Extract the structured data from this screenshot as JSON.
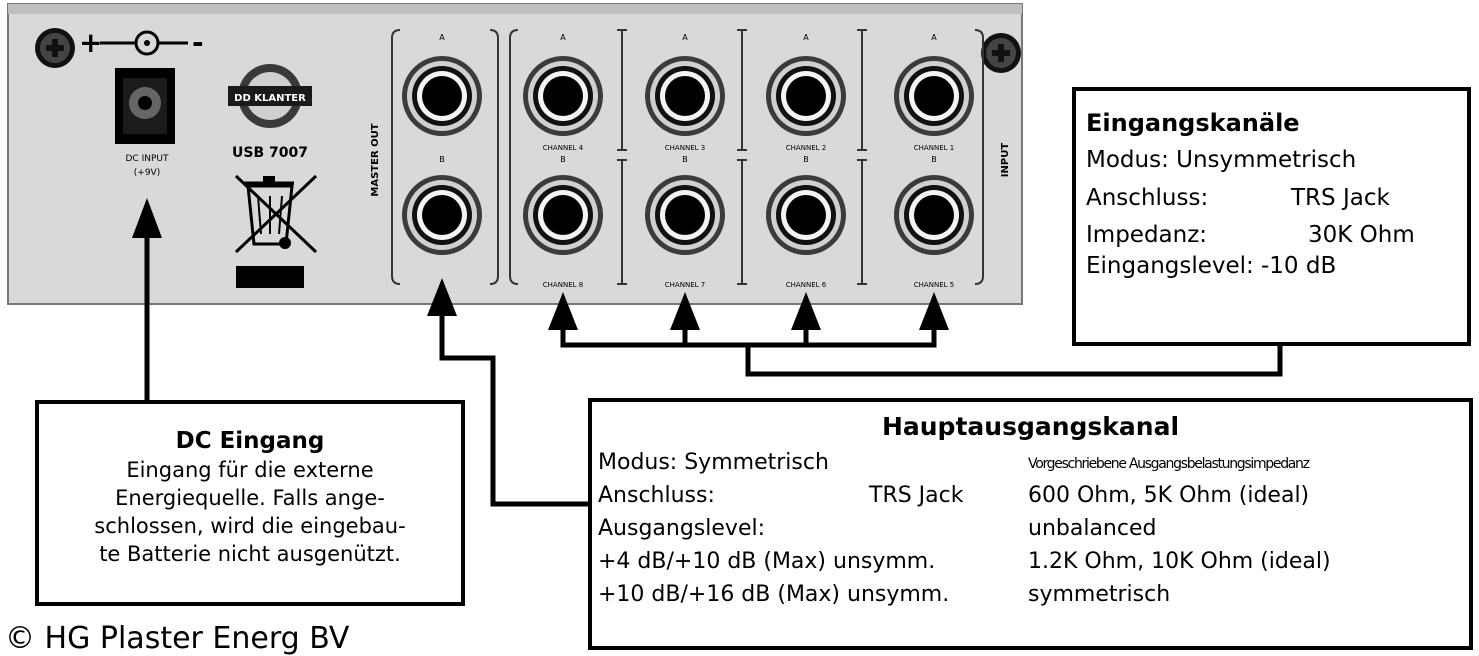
{
  "panel": {
    "dc_input_label_line1": "DC INPUT",
    "dc_input_label_line2": "(+9V)",
    "polarity_plus": "+",
    "polarity_minus": "-",
    "model": "USB 7007",
    "logo_text": "DD KLANTER",
    "master_out": "MASTER OUT",
    "input": "INPUT",
    "jack_row_a": "A",
    "jack_row_b": "B",
    "channels_top": [
      "CHANNEL 4",
      "CHANNEL 3",
      "CHANNEL 2",
      "CHANNEL 1"
    ],
    "channels_bottom": [
      "CHANNEL 8",
      "CHANNEL 7",
      "CHANNEL 6",
      "CHANNEL 5"
    ]
  },
  "eingang": {
    "title": "Eingangskanäle",
    "modus": "Modus: Unsymmetrisch",
    "anschluss_label": "Anschluss:",
    "anschluss_value": "TRS Jack",
    "impedanz_label": "Impedanz:",
    "impedanz_value": "30K Ohm",
    "level_label": "Eingangslevel:",
    "level_value": "-10 dB"
  },
  "dc": {
    "title": "DC Eingang",
    "lines": [
      "Eingang für die externe",
      "Energiequelle. Falls ange-",
      "schlossen, wird die eingebau-",
      "te Batterie nicht ausgenützt."
    ]
  },
  "haupt": {
    "title": "Hauptausgangskanal",
    "left": {
      "modus": "Modus: Symmetrisch",
      "anschluss_label": "Anschluss:",
      "anschluss_value": "TRS Jack",
      "level_label": "Ausgangslevel:",
      "level_unsym": "+4 dB/+10 dB (Max) unsymm.",
      "level_sym": "+10 dB/+16 dB (Max) unsymm."
    },
    "right": {
      "header": "Vorgeschriebene Ausgangsbelastungsimpedanz",
      "unbal_values": "600 Ohm, 5K Ohm (ideal)",
      "unbal_label": "unbalanced",
      "bal_values": "1.2K Ohm, 10K Ohm (ideal)",
      "bal_label": "symmetrisch"
    }
  },
  "copyright": "© HG Plaster Energ BV"
}
